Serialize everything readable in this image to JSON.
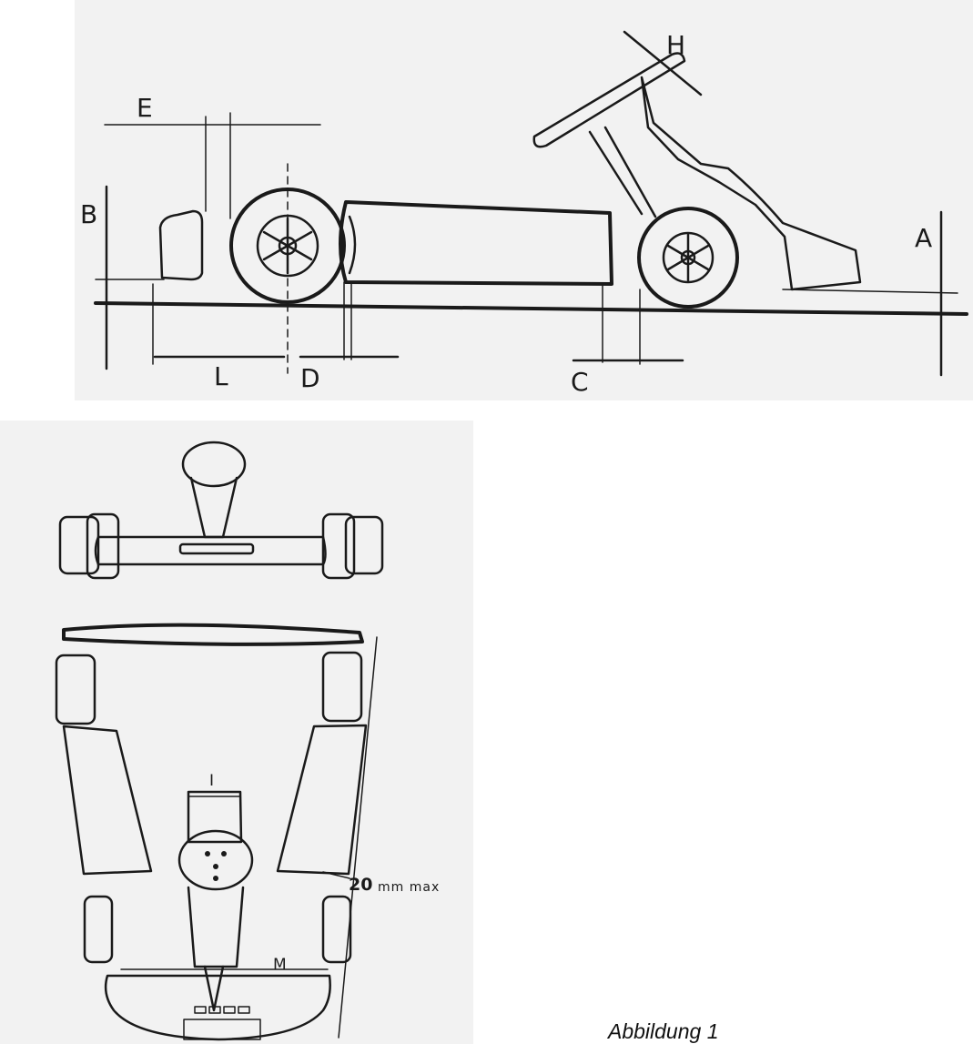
{
  "side_view": {
    "labels": {
      "A": "A",
      "B": "B",
      "C": "C",
      "D": "D",
      "E": "E",
      "H": "H",
      "L": "L"
    }
  },
  "top_view": {
    "labels": {
      "I": "I",
      "M": "M",
      "max_value": "20",
      "max_unit": "mm max"
    }
  },
  "caption": "Abbildung 1"
}
